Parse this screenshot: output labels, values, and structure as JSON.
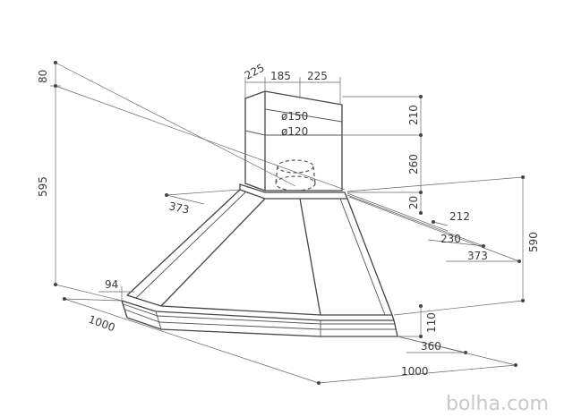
{
  "dimensions": {
    "d80": "80",
    "d595": "595",
    "d225_left": "225",
    "d185": "185",
    "d225_right": "225",
    "d_phi150": "ø150",
    "d_phi120": "ø120",
    "d210": "210",
    "d260": "260",
    "d20": "20",
    "d373_left": "373",
    "d212": "212",
    "d230": "230",
    "d373_right": "373",
    "d590": "590",
    "d94": "94",
    "d1000_left": "1000",
    "d110": "110",
    "d360": "360",
    "d1000_bottom": "1000"
  },
  "watermark": "bolha.com",
  "colors": {
    "line": "#444444",
    "text": "#3a3a3a",
    "watermark": "#c9c9c9"
  }
}
